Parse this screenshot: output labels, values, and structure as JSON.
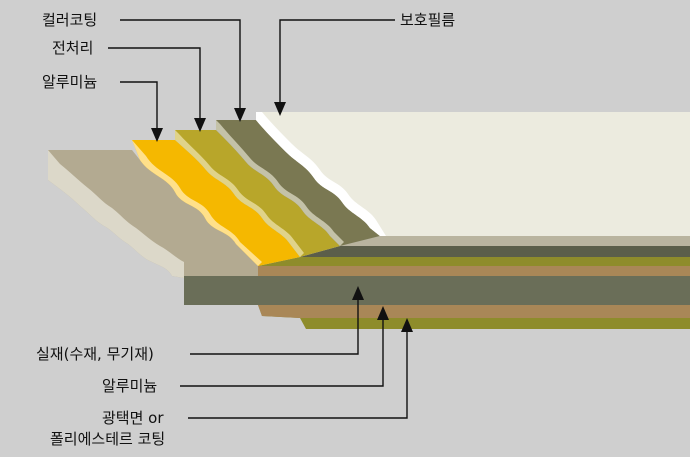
{
  "labels": {
    "top": {
      "color_coating": "컬러코팅",
      "pretreatment": "전처리",
      "aluminum": "알루미늄",
      "protective_film": "보호필름"
    },
    "bottom": {
      "core": "실재(수재, 무기재)",
      "aluminum": "알루미늄",
      "finish_line1": "광택면 or",
      "finish_line2": "폴리에스테르 코팅"
    }
  },
  "colors": {
    "background": "#cfcfcf",
    "core": "#6a6e58",
    "aluminum_top": "#f5b800",
    "aluminum_bottom": "#a98757",
    "pretreatment": "#b8a62a",
    "color_coating": "#7a7852",
    "protective_film": "#ecebdf",
    "bottom_coating": "#8e8c2b",
    "core_edge": "#b3aa91"
  }
}
